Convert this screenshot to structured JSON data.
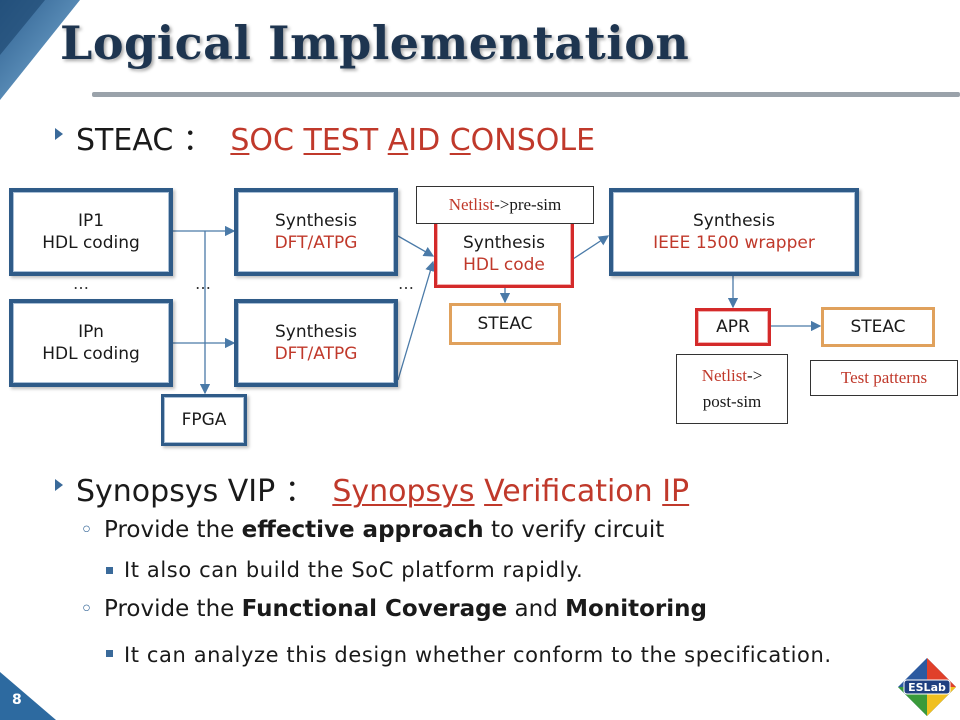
{
  "slide": {
    "title": "Logical Implementation",
    "page_number": "8",
    "logo_text": "ESLab"
  },
  "bullets": {
    "steac": {
      "prefix": "STEAC ：",
      "s": "S",
      "oc": "OC ",
      "te": "TE",
      "st": "ST ",
      "a": "A",
      "id": "ID ",
      "c": "C",
      "onsole": "ONSOLE"
    },
    "vip": {
      "prefix": "Synopsys VIP ：",
      "synopsys": "Synopsys",
      "v": "V",
      "erification": "erification ",
      "ip": "IP"
    },
    "sub1": {
      "pre": "Provide the ",
      "bold": "effective approach",
      "post": " to verify circuit"
    },
    "sub1_detail": "It also can build the SoC platform rapidly.",
    "sub2": {
      "pre": "Provide the ",
      "bold1": "Functional Coverage",
      "mid": " and ",
      "bold2": "Monitoring"
    },
    "sub2_detail": "It can analyze this design whether conform to the specification."
  },
  "diagram": {
    "ip1": {
      "line1": "IP1",
      "line2": "HDL coding"
    },
    "ipn": {
      "line1": "IPn",
      "line2": "HDL coding"
    },
    "synth1": {
      "line1": "Synthesis",
      "line2": "DFT/ATPG"
    },
    "synthn": {
      "line1": "Synthesis",
      "line2": "DFT/ATPG"
    },
    "fpga": "FPGA",
    "synth_hdl": {
      "line1": "Synthesis",
      "line2": "HDL code"
    },
    "steac_mid": "STEAC",
    "synth_ieee": {
      "line1": "Synthesis",
      "line2": "IEEE 1500 wrapper"
    },
    "apr": "APR",
    "steac_right": "STEAC",
    "note_pre_sim": {
      "a": "Netlist",
      "b": "->pre-sim"
    },
    "note_post_sim": {
      "a": "Netlist",
      "b": "->",
      "c": "post-sim"
    },
    "note_test_patterns": "Test patterns",
    "dots": "…"
  },
  "colors": {
    "title": "#1e3550",
    "accent_red": "#c0392b",
    "box_blue": "#2f5b88",
    "box_orange": "#e0a15c",
    "box_red": "#d42a2a"
  }
}
